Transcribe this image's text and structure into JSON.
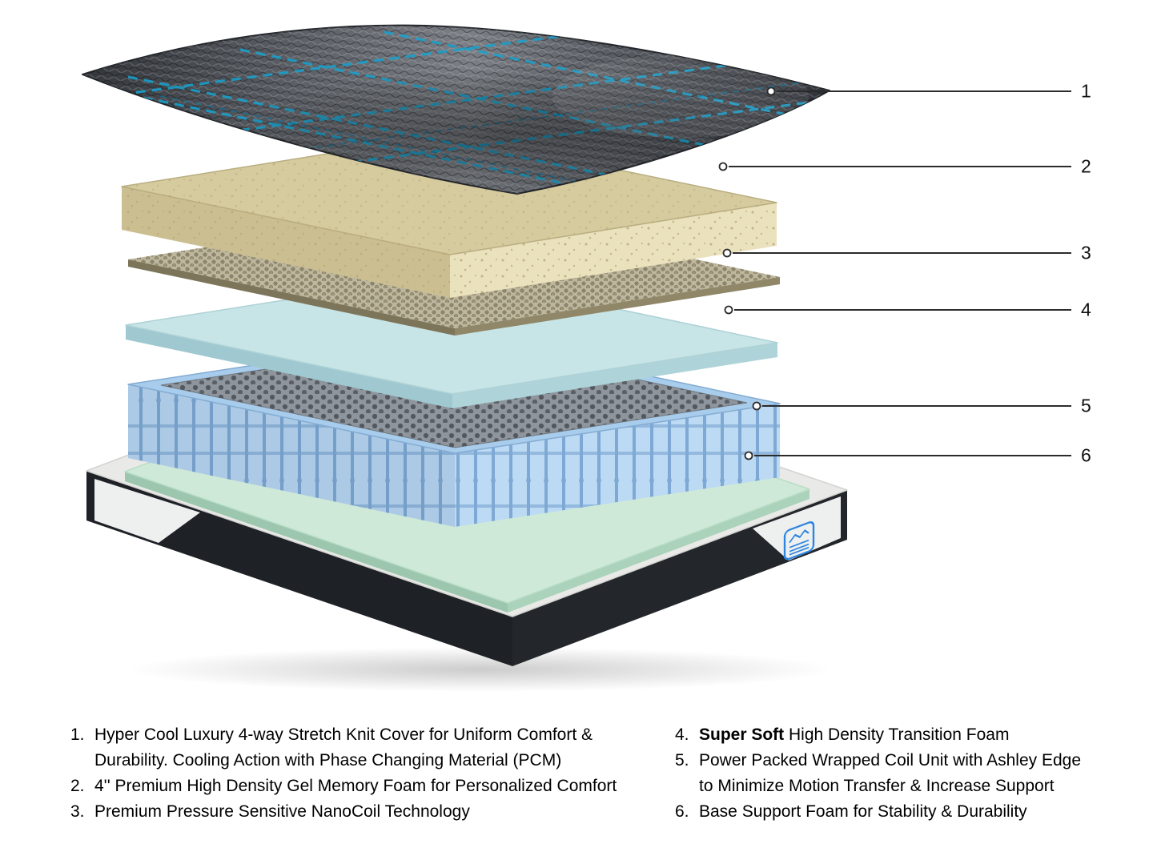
{
  "callouts": [
    {
      "label": "1"
    },
    {
      "label": "2"
    },
    {
      "label": "3"
    },
    {
      "label": "4"
    },
    {
      "label": "5"
    },
    {
      "label": "6"
    }
  ],
  "legend": {
    "left": [
      {
        "num": "1.",
        "text": "Hyper Cool Luxury 4-way Stretch Knit Cover for Uniform Comfort &\nDurability. Cooling Action with Phase Changing Material (PCM)"
      },
      {
        "num": "2.",
        "text": "4'' Premium High Density Gel Memory Foam for Personalized Comfort"
      },
      {
        "num": "3.",
        "text": "Premium Pressure Sensitive NanoCoil Technology"
      }
    ],
    "right": [
      {
        "num": "4.",
        "bold": "Super Soft",
        "text": " High Density Transition Foam"
      },
      {
        "num": "5.",
        "text": "Power Packed Wrapped Coil Unit with Ashley Edge\nto Minimize Motion Transfer & Increase Support"
      },
      {
        "num": "6.",
        "text": "Base Support Foam for Stability & Durability"
      }
    ]
  },
  "colors": {
    "accent_blue": "#17a3cf",
    "cover_dark": "#35383d",
    "foam_tan": "#d6cb9e",
    "nanocoil_tan": "#beb7a0",
    "foam_teal": "#c7e4e6",
    "coil_blue": "#bcdaf3",
    "base_green": "#cfe9d8",
    "base_dark": "#23262b",
    "logo_blue": "#2f86e0"
  }
}
